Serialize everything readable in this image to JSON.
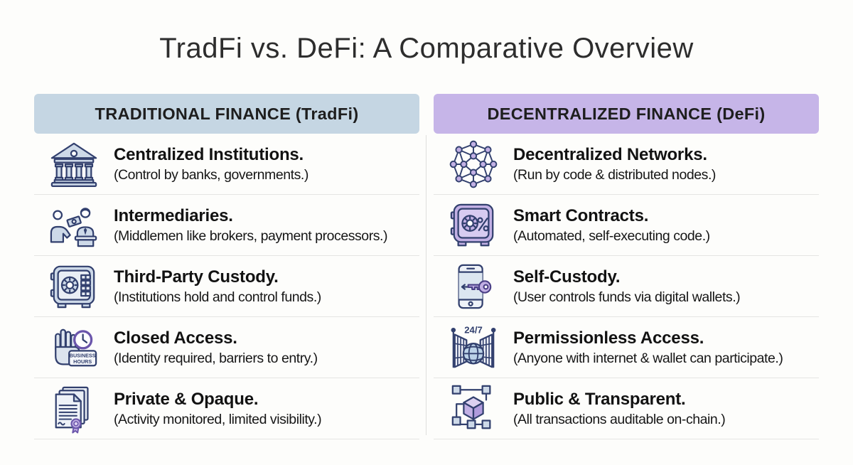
{
  "page": {
    "title": "TradFi vs. DeFi: A Comparative Overview"
  },
  "colors": {
    "tradfi_header_bg": "#c5d6e3",
    "defi_header_bg": "#c6b5e8",
    "icon_navy": "#32406e",
    "icon_blue_fill": "#cdd9e8",
    "icon_purple_fill": "#c2b0e4",
    "divider": "#e5e5e3",
    "background": "#fdfdfb"
  },
  "columns": [
    {
      "id": "tradfi",
      "header": "TRADITIONAL FINANCE (TradFi)",
      "rows": [
        {
          "icon": "bank-icon",
          "title": "Centralized Institutions.",
          "subtitle": "(Control by banks, governments.)"
        },
        {
          "icon": "intermediaries-icon",
          "title": "Intermediaries.",
          "subtitle": "(Middlemen like brokers, payment processors.)"
        },
        {
          "icon": "vault-icon",
          "title": "Third-Party Custody.",
          "subtitle": "(Institutions hold and control funds.)"
        },
        {
          "icon": "business-hours-hand-clock-icon",
          "title": "Closed Access.",
          "subtitle": "(Identity required, barriers to entry.)",
          "icon_text_line1": "BUSINESS",
          "icon_text_line2": "HOURS"
        },
        {
          "icon": "sealed-documents-icon",
          "title": "Private & Opaque.",
          "subtitle": "(Activity monitored, limited visibility.)"
        }
      ]
    },
    {
      "id": "defi",
      "header": "DECENTRALIZED FINANCE (DeFi)",
      "rows": [
        {
          "icon": "network-nodes-icon",
          "title": "Decentralized Networks.",
          "subtitle": "(Run by code & distributed nodes.)"
        },
        {
          "icon": "smart-contract-safe-icon",
          "title": "Smart Contracts.",
          "subtitle": "(Automated, self-executing code.)"
        },
        {
          "icon": "phone-key-icon",
          "title": "Self-Custody.",
          "subtitle": "(User controls funds via digital wallets.)"
        },
        {
          "icon": "open-gates-globe-icon",
          "title": "Permissionless Access.",
          "subtitle": "(Anyone with internet & wallet can participate.)",
          "icon_text": "24/7"
        },
        {
          "icon": "blockchain-cube-icon",
          "title": "Public & Transparent.",
          "subtitle": "(All transactions auditable on-chain.)"
        }
      ]
    }
  ]
}
